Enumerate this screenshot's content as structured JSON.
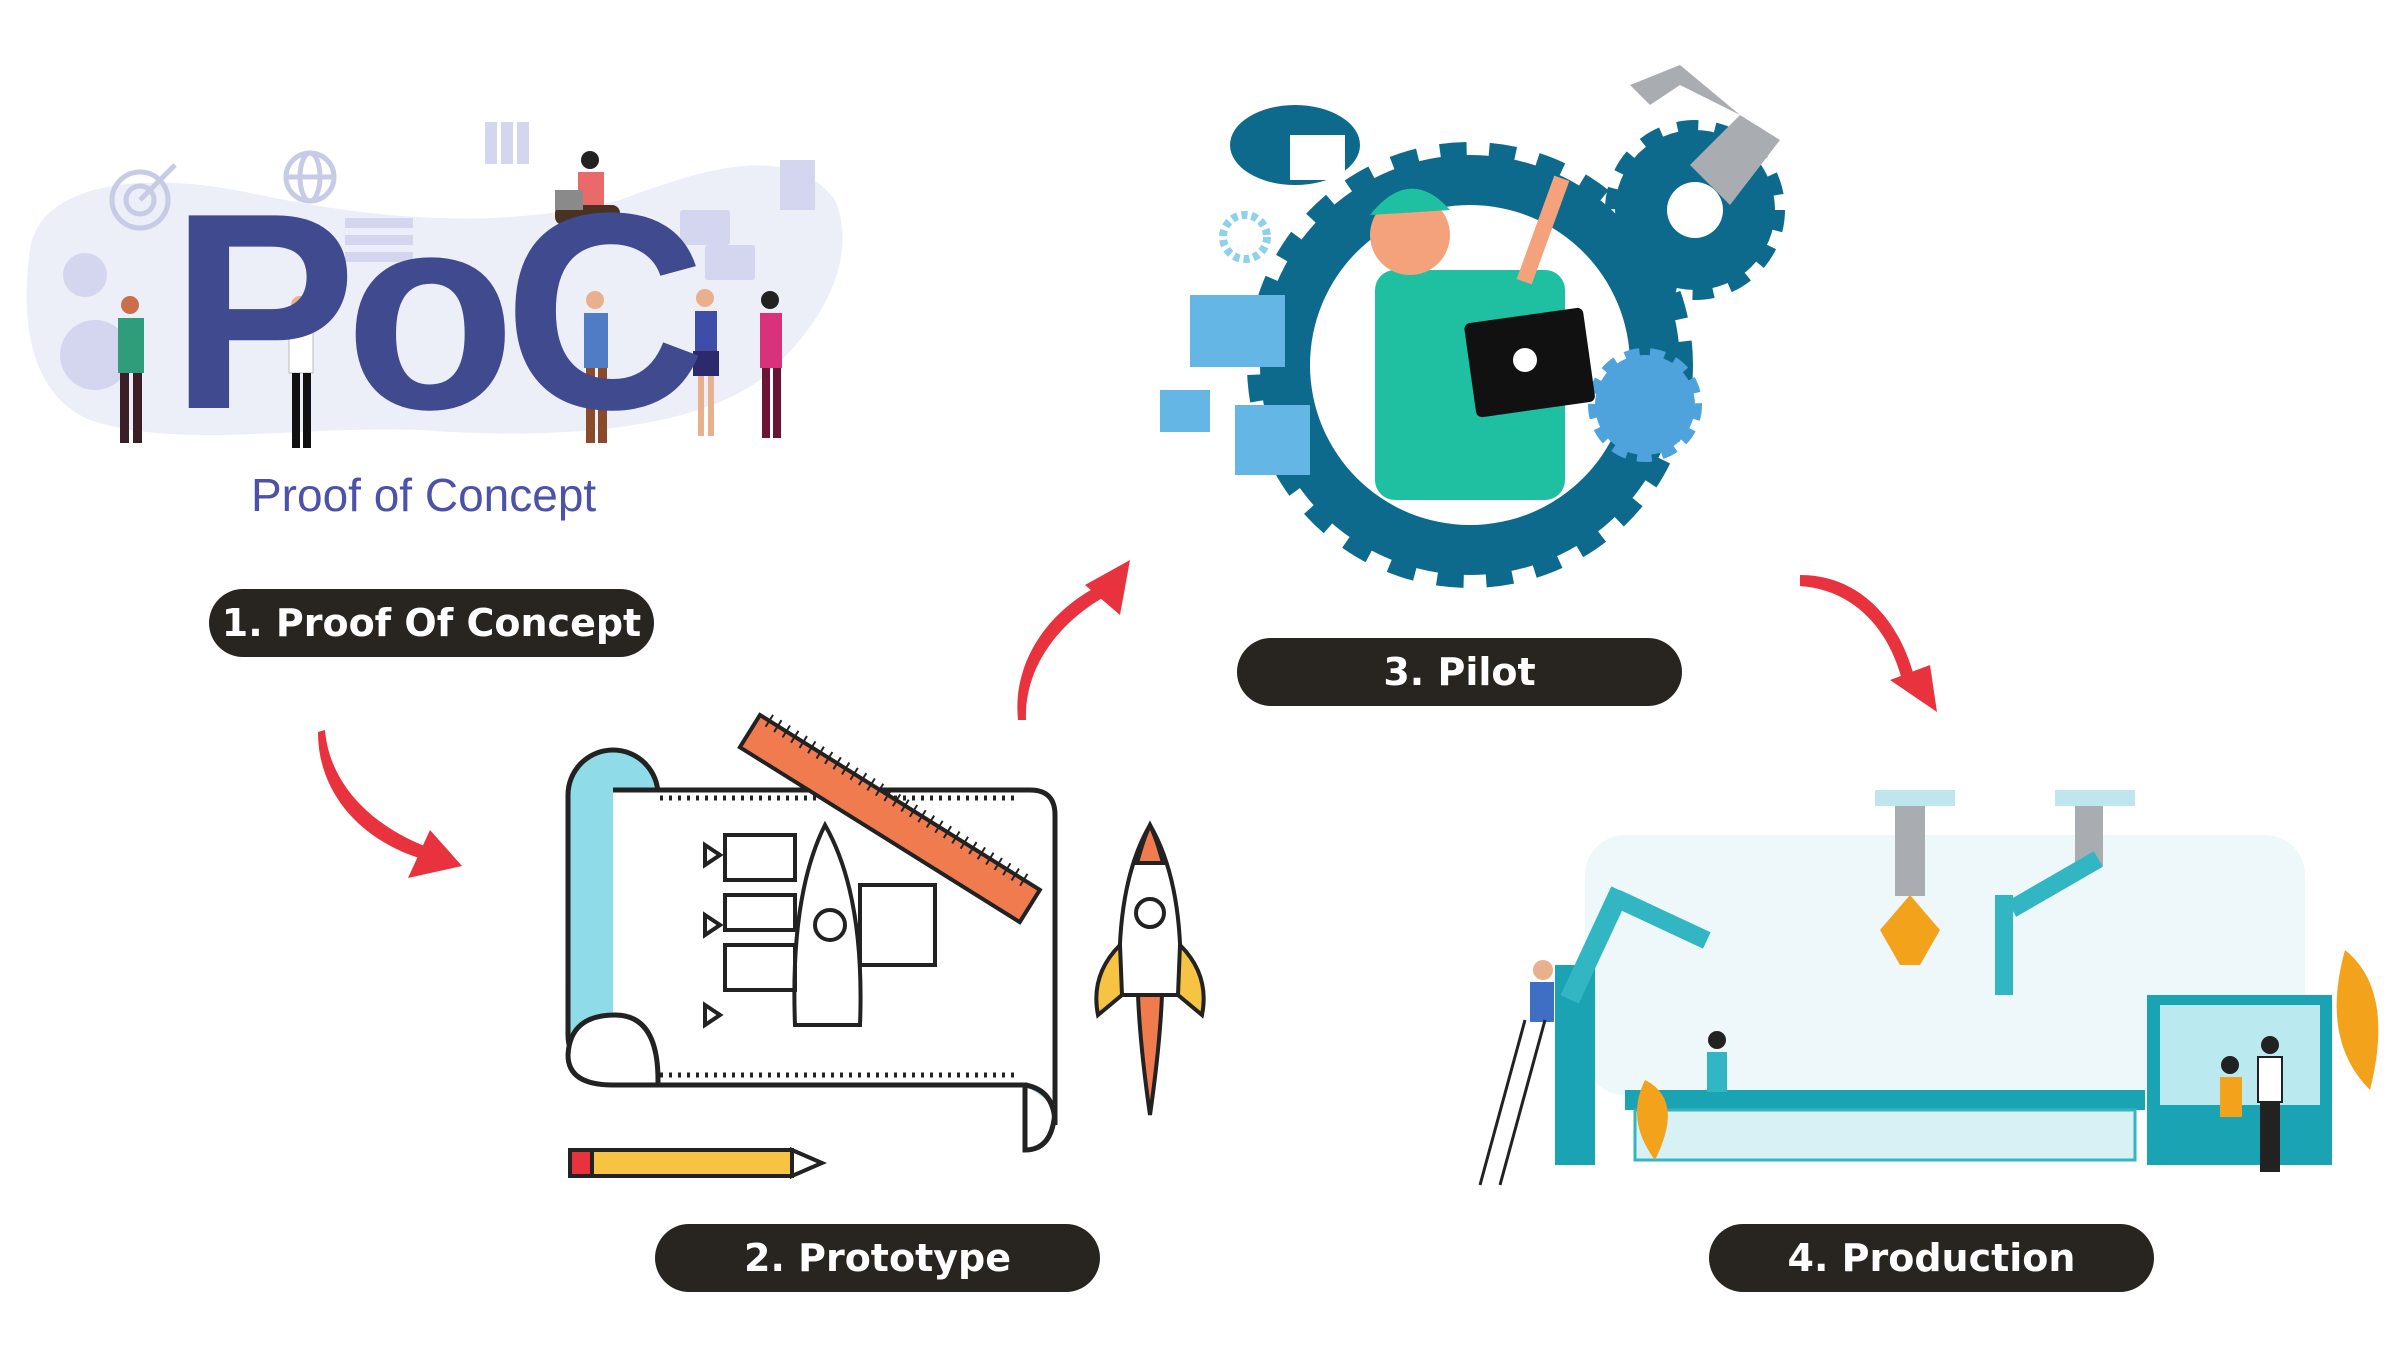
{
  "stages": [
    {
      "label": "1. Proof Of Concept"
    },
    {
      "label": "2. Prototype"
    },
    {
      "label": "3. Pilot"
    },
    {
      "label": "4. Production"
    }
  ],
  "poc_illustration": {
    "big_text": "PoC",
    "subtitle": "Proof of Concept"
  },
  "colors": {
    "pill_bg": "#28241f",
    "pill_text": "#ffffff",
    "arrow": "#e8333f",
    "poc_letters": "#3f4a8f",
    "poc_subtitle": "#4b52a8",
    "gear": "#0e6a8c",
    "teal": "#33b6c4",
    "orange": "#f07b4f"
  }
}
